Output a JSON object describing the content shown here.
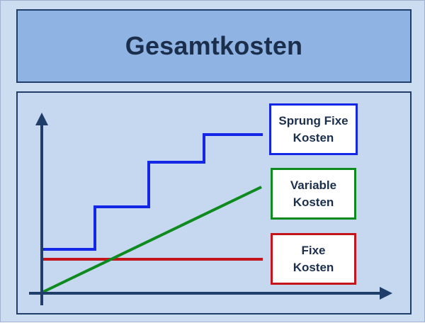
{
  "title": "Gesamtkosten",
  "legend": {
    "sprung_fixe_kosten": [
      "Sprung Fixe",
      "Kosten"
    ],
    "variable_kosten": [
      "Variable",
      "Kosten"
    ],
    "fixe_kosten": [
      "Fixe",
      "Kosten"
    ]
  },
  "colors": {
    "sprung_fixe_kosten": "#1426e6",
    "variable_kosten": "#0e8a1e",
    "fixe_kosten": "#c4141c",
    "axis": "#1f3f6a"
  },
  "chart_data": {
    "type": "line",
    "title": "",
    "xlabel": "",
    "ylabel": "",
    "series": [
      {
        "name": "Sprung Fixe Kosten",
        "shape": "step",
        "steps": 4
      },
      {
        "name": "Variable Kosten",
        "shape": "linear"
      },
      {
        "name": "Fixe Kosten",
        "shape": "constant"
      }
    ]
  }
}
